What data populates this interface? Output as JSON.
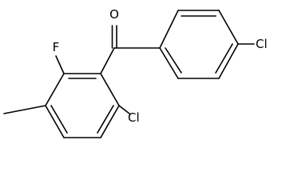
{
  "molecule": {
    "atoms": {
      "oxygen": "O",
      "fluorine": "F",
      "chlorine_aryl": "Cl",
      "chlorine_para": "Cl"
    },
    "colors": {
      "bond": "#000000",
      "label": "#000000",
      "background": "#ffffff"
    }
  }
}
